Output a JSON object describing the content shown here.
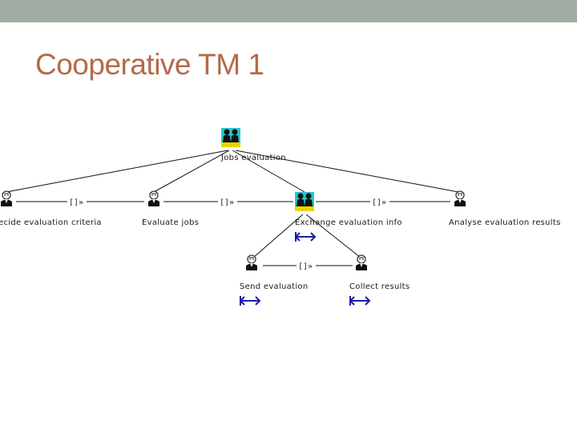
{
  "slide": {
    "title": "Cooperative TM 1",
    "colors": {
      "title": "#b5694a",
      "top_bar": "#9fada2",
      "arrow": "#1c1ca8"
    }
  },
  "diagram": {
    "root": {
      "label": "Jobs evaluation",
      "icon": "user-pair-icon"
    },
    "level1": [
      {
        "label": "ecide evaluation criteria",
        "icon": "user-icon"
      },
      {
        "label": "Evaluate jobs",
        "icon": "user-icon"
      },
      {
        "label": "Exchange evaluation info",
        "icon": "user-pair-icon",
        "has_arrow": true
      },
      {
        "label": "Analyse evaluation results",
        "icon": "user-icon"
      }
    ],
    "level2": [
      {
        "label": "Send evaluation",
        "icon": "user-icon",
        "has_arrow": true
      },
      {
        "label": "Collect results",
        "icon": "user-icon",
        "has_arrow": true
      }
    ],
    "operators": [
      {
        "label": "[]»"
      },
      {
        "label": "[]»"
      },
      {
        "label": "[]»"
      },
      {
        "label": "[]»"
      }
    ]
  }
}
